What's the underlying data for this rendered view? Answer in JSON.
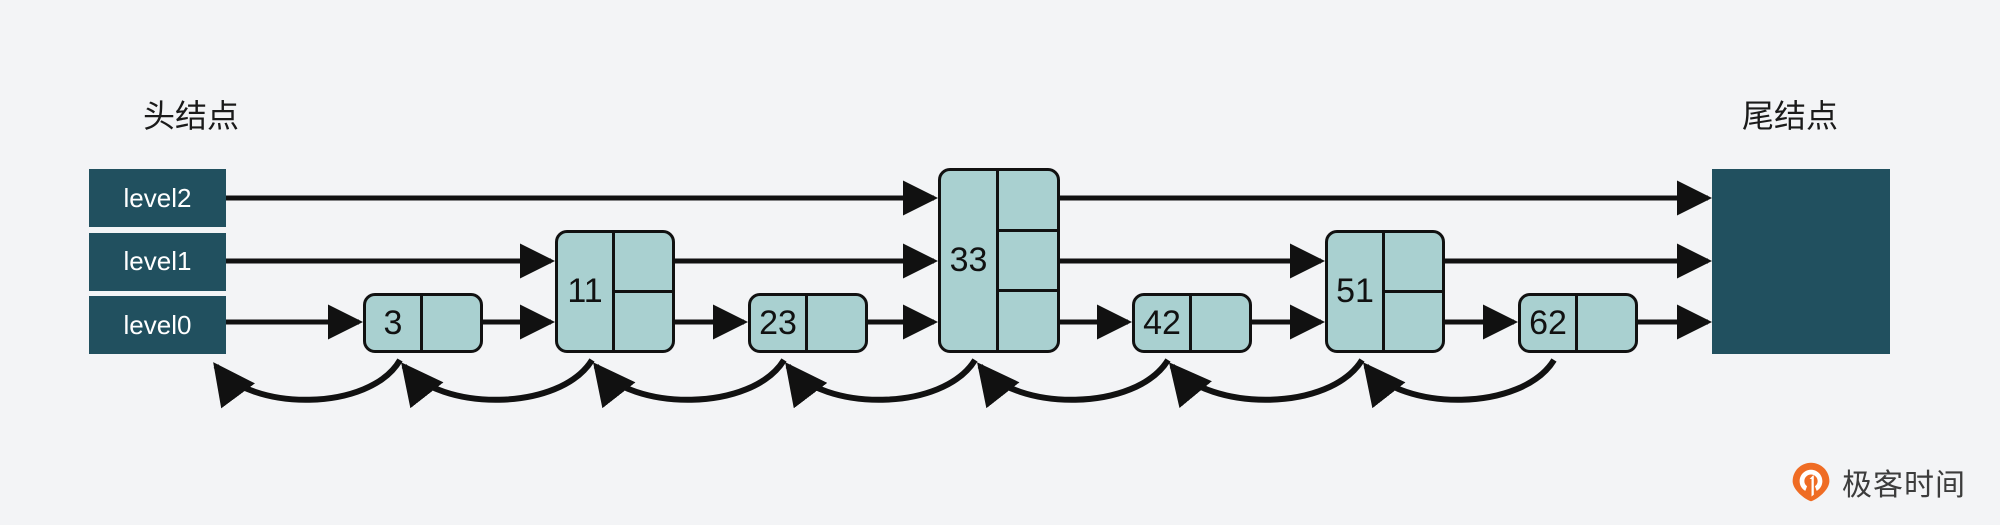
{
  "background_color": "#f3f4f6",
  "colors": {
    "header_node_fill": "#21505f",
    "node_fill": "#a9d0d0",
    "node_stroke": "#111111",
    "arrow": "#111111",
    "text_dark": "#1a1a1a",
    "text_light": "#ffffff",
    "logo_orange": "#ef6c24"
  },
  "captions": {
    "head": "头结点",
    "tail": "尾结点"
  },
  "head_node": {
    "levels": [
      "level2",
      "level1",
      "level0"
    ]
  },
  "tail_node": {
    "label": ""
  },
  "nodes": [
    {
      "key": "3",
      "height_levels": 1
    },
    {
      "key": "11",
      "height_levels": 2
    },
    {
      "key": "23",
      "height_levels": 1
    },
    {
      "key": "33",
      "height_levels": 3
    },
    {
      "key": "42",
      "height_levels": 1
    },
    {
      "key": "51",
      "height_levels": 2
    },
    {
      "key": "62",
      "height_levels": 1
    }
  ],
  "forward_links": {
    "level2": [
      "头结点",
      "33",
      "尾结点"
    ],
    "level1": [
      "头结点",
      "11",
      "33",
      "51",
      "尾结点"
    ],
    "level0": [
      "头结点",
      "3",
      "11",
      "23",
      "33",
      "42",
      "51",
      "62",
      "尾结点"
    ]
  },
  "backward_links": [
    {
      "from": "3",
      "to": "头结点"
    },
    {
      "from": "11",
      "to": "3"
    },
    {
      "from": "23",
      "to": "11"
    },
    {
      "from": "33",
      "to": "23"
    },
    {
      "from": "42",
      "to": "33"
    },
    {
      "from": "51",
      "to": "42"
    },
    {
      "from": "62",
      "to": "51"
    }
  ],
  "logo": {
    "text": "极客时间"
  }
}
